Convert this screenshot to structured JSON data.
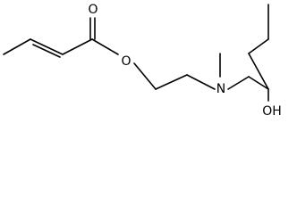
{
  "molecule": {
    "atoms": {
      "carbonyl_oxygen": "O",
      "ester_oxygen": "O",
      "nitrogen": "N",
      "hydroxyl": "OH"
    }
  },
  "colors": {
    "bond": "#000000",
    "background": "#ffffff"
  }
}
